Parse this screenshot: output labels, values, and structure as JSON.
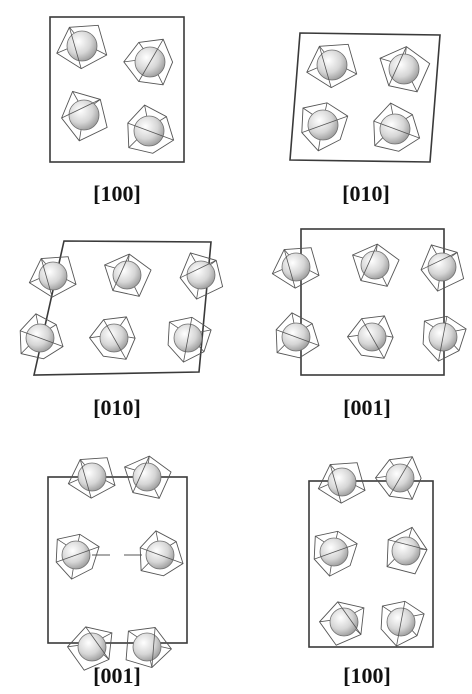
{
  "figure": {
    "panels": [
      {
        "id": "p1",
        "label": "[100]"
      },
      {
        "id": "p2",
        "label": "[010]"
      },
      {
        "id": "p3",
        "label": "[010]"
      },
      {
        "id": "p4",
        "label": "[001]"
      },
      {
        "id": "p5",
        "label": "[001]"
      },
      {
        "id": "p6",
        "label": "[100]"
      }
    ],
    "colors": {
      "cell_edge": "#3a3a3a",
      "polyhedron_edge": "#555555",
      "atom_light": "#ffffff",
      "atom_dark": "#8f8f8f"
    }
  }
}
